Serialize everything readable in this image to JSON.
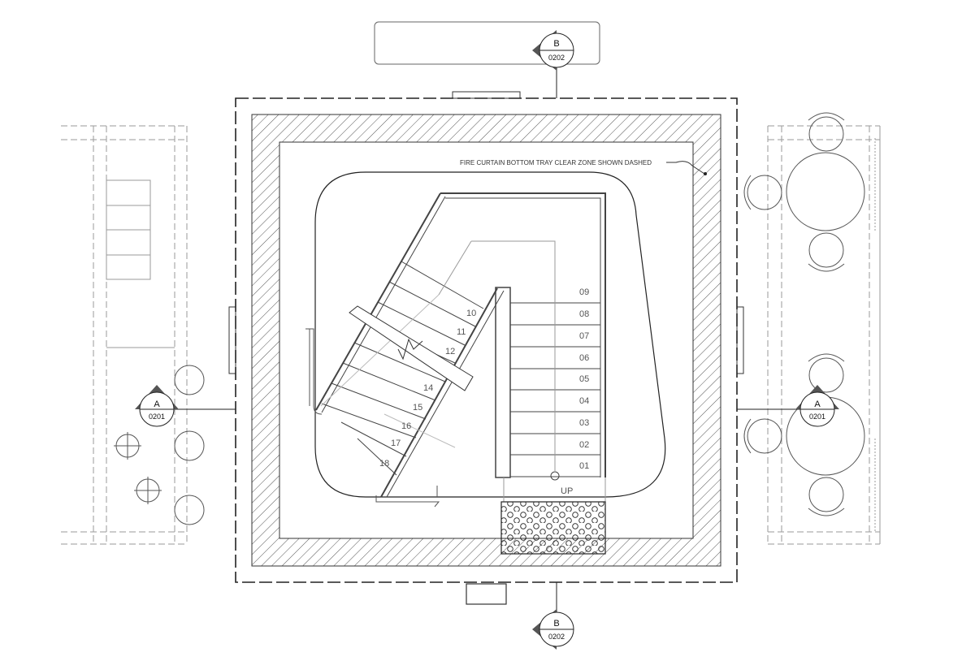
{
  "drawing": {
    "note": "FIRE CURTAIN BOTTOM TRAY CLEAR ZONE SHOWN DASHED",
    "up_label": "UP",
    "steps_lower": [
      "01",
      "02",
      "03",
      "04",
      "05",
      "06",
      "07",
      "08",
      "09"
    ],
    "steps_upper": [
      "10",
      "11",
      "12",
      "14",
      "15",
      "16",
      "17",
      "18"
    ]
  },
  "section_markers": {
    "top": {
      "letter": "B",
      "sheet": "0202"
    },
    "bottom": {
      "letter": "B",
      "sheet": "0202"
    },
    "left": {
      "letter": "A",
      "sheet": "0201"
    },
    "right": {
      "letter": "A",
      "sheet": "0201"
    }
  },
  "colors": {
    "line": "#333333",
    "hatch": "#555555",
    "marker_fill": "#555555",
    "light_line": "#9a9a9a"
  }
}
